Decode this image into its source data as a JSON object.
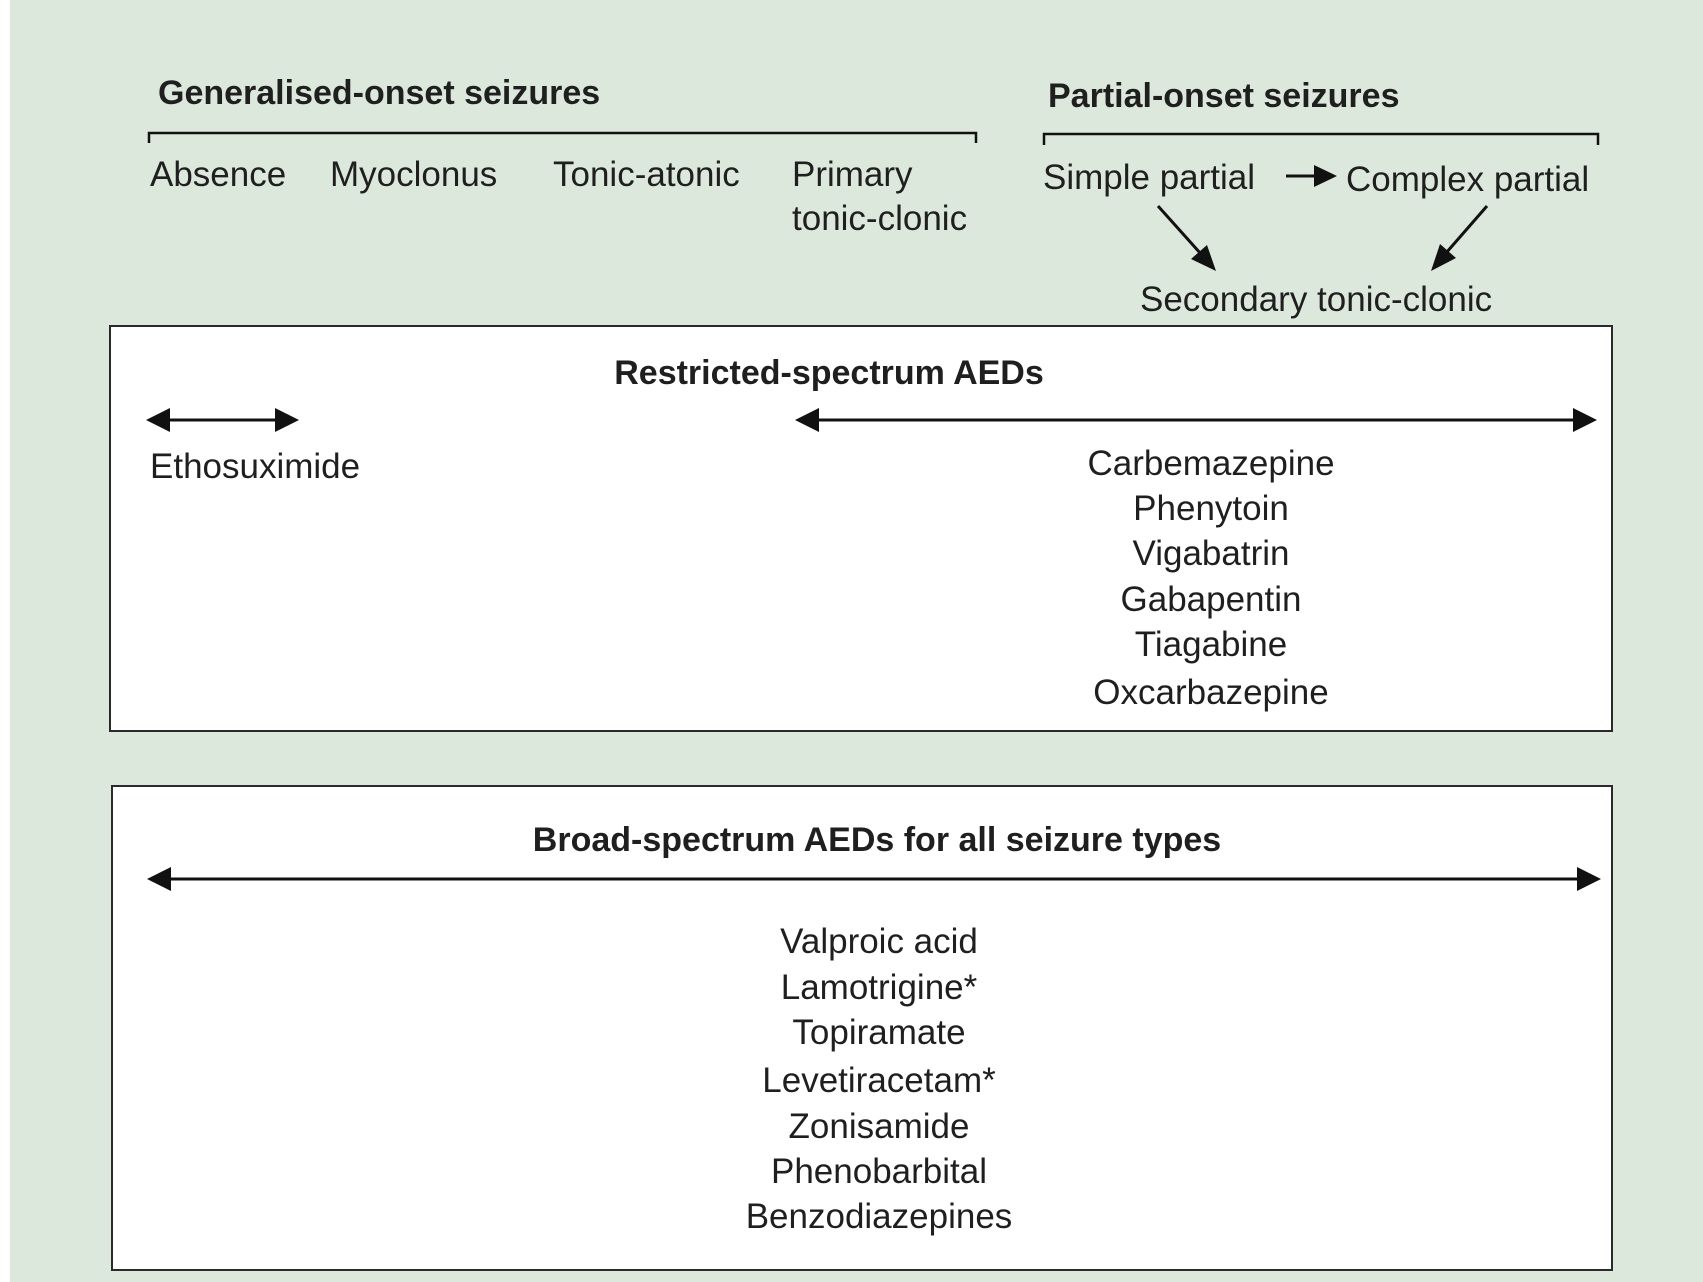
{
  "generalised": {
    "heading": "Generalised-onset seizures",
    "types": [
      "Absence",
      "Myoclonus",
      "Tonic-atonic",
      "Primary",
      "tonic-clonic"
    ]
  },
  "partial": {
    "heading": "Partial-onset seizures",
    "simple": "Simple partial",
    "complex": "Complex partial",
    "secondary": "Secondary tonic-clonic"
  },
  "restricted": {
    "heading": "Restricted-spectrum AEDs",
    "generalised_drugs": [
      "Ethosuximide"
    ],
    "partial_drugs": [
      "Carbemazepine",
      "Phenytoin",
      "Vigabatrin",
      "Gabapentin",
      "Tiagabine",
      "Oxcarbazepine"
    ]
  },
  "broad": {
    "heading": "Broad-spectrum AEDs for all seizure types",
    "drugs": [
      "Valproic acid",
      "Lamotrigine*",
      "Topiramate",
      "Levetiracetam*",
      "Zonisamide",
      "Phenobarbital",
      "Benzodiazepines"
    ]
  }
}
